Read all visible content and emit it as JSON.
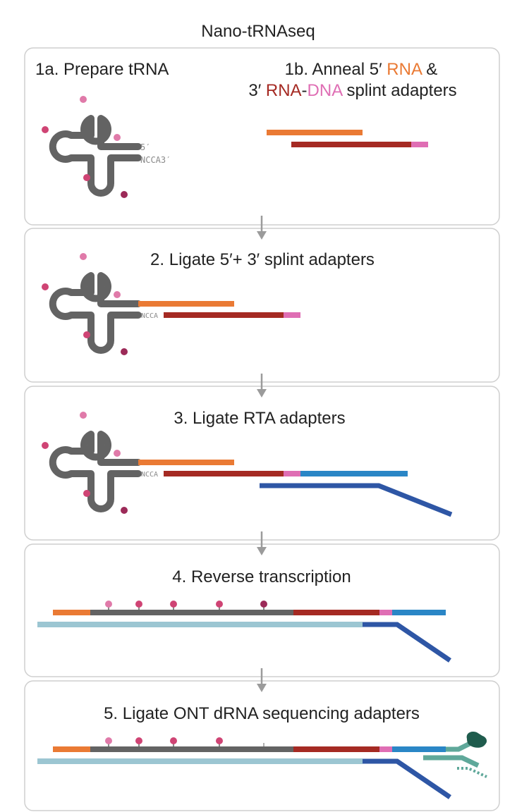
{
  "figure_title": "Nano-tRNAseq",
  "colors": {
    "trna": "#636363",
    "rna_5p": "#ea7a34",
    "rna_3p": "#a52a23",
    "dna": "#df6eb4",
    "rta": "#2a86c6",
    "rta_long": "#2e56a5",
    "cdna": "#9cc6d2",
    "ont_light": "#5fa89a",
    "ont_dark": "#1f5c4d",
    "mod_light": "#e07aa9",
    "mod_mid": "#cf4474",
    "mod_dark": "#9c2a58",
    "arrow": "#9b9b9b",
    "panel_border": "#cfcfcf"
  },
  "panels": [
    {
      "left_title": "1a. Prepare tRNA",
      "right_title_line1_prefix": "1b. Anneal 5′ ",
      "right_title_line1_rna": "RNA",
      "right_title_line1_suffix": " &",
      "right_title_line2_prefix": "3′ ",
      "right_title_line2_rna": "RNA",
      "right_title_line2_dash": "-",
      "right_title_line2_dna": "DNA",
      "right_title_line2_suffix": " splint adapters",
      "label_5p": "5′",
      "label_3p": "NCCA3′"
    },
    {
      "title": "2. Ligate 5′+ 3′ splint adapters",
      "label_ncca": "NCCA"
    },
    {
      "title": "3. Ligate RTA adapters",
      "label_ncca": "NCCA"
    },
    {
      "title": "4. Reverse transcription"
    },
    {
      "title": "5. Ligate ONT dRNA sequencing adapters"
    }
  ]
}
